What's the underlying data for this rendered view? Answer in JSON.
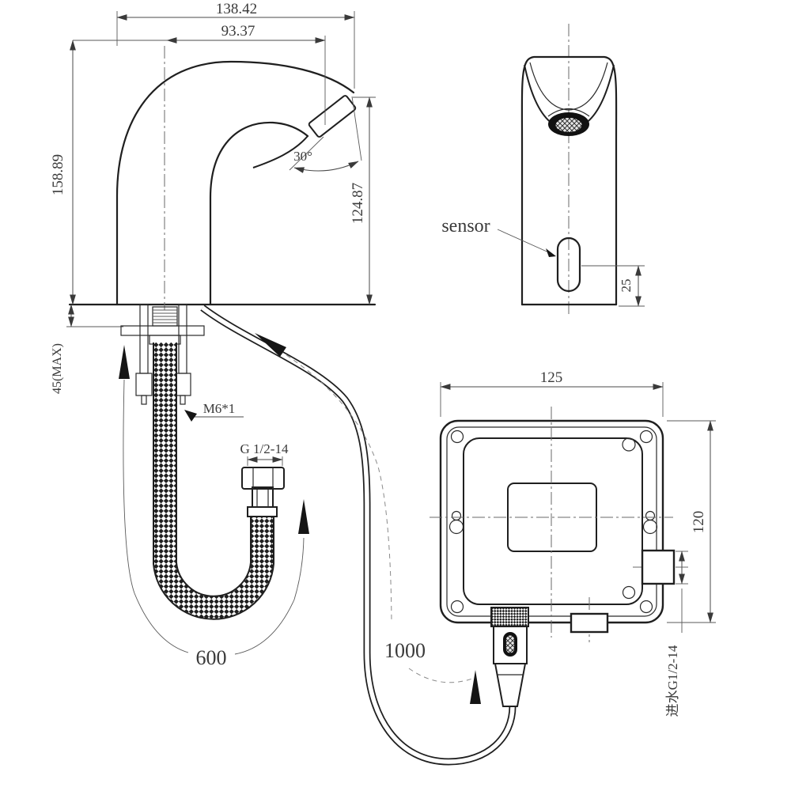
{
  "drawing": {
    "side_view": {
      "dim_total_width": "138.42",
      "dim_spout_reach": "93.37",
      "dim_total_height": "158.89",
      "dim_spout_height": "124.87",
      "dim_deck_thickness": "45(MAX)",
      "spout_angle": "30°",
      "stud_thread": "M6*1",
      "hose_nut_thread": "G 1/2-14",
      "hose_length": "600",
      "cable_length": "1000"
    },
    "front_view": {
      "sensor_label": "sensor",
      "dim_sensor_height": "25"
    },
    "control_box": {
      "dim_width": "125",
      "dim_height": "120",
      "inlet_label": "进水G1/2-14"
    },
    "colors": {
      "line": "#1f1f1f",
      "thin_line": "#4a4a4a",
      "background": "#ffffff",
      "washer_fill": "#999999"
    }
  }
}
